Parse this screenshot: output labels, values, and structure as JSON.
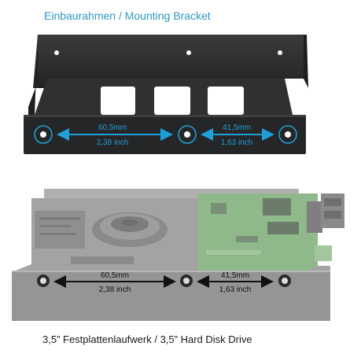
{
  "bracket": {
    "title": "Einbaurahmen / Mounting Bracket",
    "span_left": {
      "mm": "60,5mm",
      "inch": "2,38 inch"
    },
    "span_right": {
      "mm": "41,5mm",
      "inch": "1,63 inch"
    },
    "accent_color": "#1e9fd8",
    "metal_color": "#2b2c2e"
  },
  "drive": {
    "title": "3,5” Festplattenlaufwerk / 3,5” Hard Disk Drive",
    "span_left": {
      "mm": "60,5mm",
      "inch": "2,38 inch"
    },
    "span_right": {
      "mm": "41,5mm",
      "inch": "1,63 inch"
    },
    "body_color": "#9a9a9a",
    "pcb_color": "#8fb98a"
  }
}
